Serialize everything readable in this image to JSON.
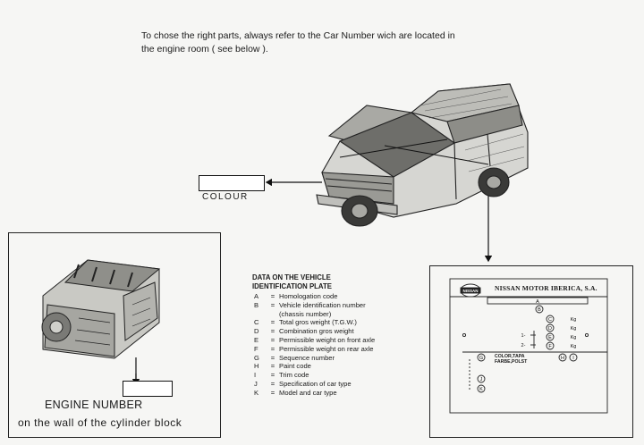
{
  "intro": {
    "line1": "To chose the right parts, always refer to the Car Number wich are located in",
    "line2": "the engine room ( see below )."
  },
  "colour": {
    "label": "COLOUR"
  },
  "engine": {
    "title": "ENGINE NUMBER",
    "subtitle": "on the wall of the cylinder block"
  },
  "data_plate": {
    "title_line1": "DATA ON THE VEHICLE",
    "title_line2": "IDENTIFICATION PLATE",
    "items": [
      {
        "key": "A",
        "desc": "Homologation code"
      },
      {
        "key": "B",
        "desc": "Vehicle identification number"
      },
      {
        "key": "C",
        "desc": "Total gros weight (T.G.W.)"
      },
      {
        "key": "D",
        "desc": "Combination gros weight"
      },
      {
        "key": "E",
        "desc": "Permissible weight on front axle"
      },
      {
        "key": "F",
        "desc": "Permissible weight on rear axle"
      },
      {
        "key": "G",
        "desc": "Sequence number"
      },
      {
        "key": "H",
        "desc": "Paint code"
      },
      {
        "key": "I",
        "desc": "Trim code"
      },
      {
        "key": "J",
        "desc": "Specification of car type"
      },
      {
        "key": "K",
        "desc": "Model and car type"
      }
    ],
    "b_note": "(chassis number)",
    "equals": "="
  },
  "plate": {
    "brand": "NISSAN MOTOR IBERICA, S.A.",
    "logo_text": "NISSAN",
    "colour_line1": "COLOR,TAPA",
    "colour_line2": "FARBE,POLST",
    "letters": [
      "A",
      "B",
      "C",
      "D",
      "E",
      "F",
      "G",
      "H",
      "I",
      "J",
      "K"
    ],
    "kg": "Kg",
    "row_num_1": "1-",
    "row_num_2": "2-"
  }
}
